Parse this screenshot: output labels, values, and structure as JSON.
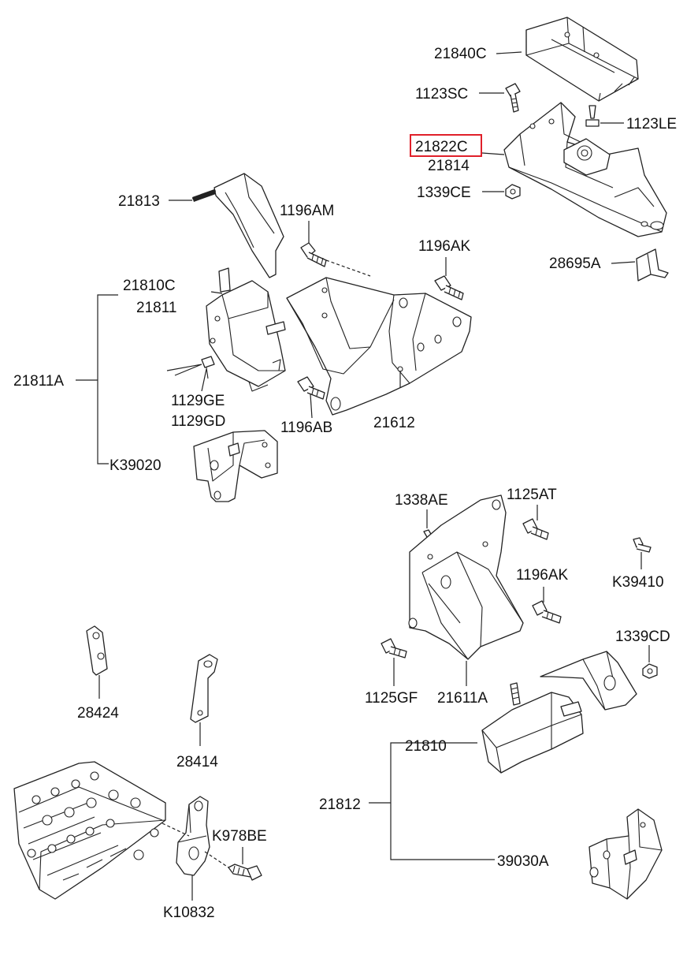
{
  "labels": {
    "p21840C": "21840C",
    "p1123SC": "1123SC",
    "p1123LE": "1123LE",
    "p21822C": "21822C",
    "p21814": "21814",
    "p1339CE": "1339CE",
    "p28695A": "28695A",
    "p21813": "21813",
    "p1196AM": "1196AM",
    "p1196AK_top": "1196AK",
    "p21810C": "21810C",
    "p21811": "21811",
    "p21811A": "21811A",
    "p1129GE": "1129GE",
    "p1129GD": "1129GD",
    "p1196AB": "1196AB",
    "p21612": "21612",
    "pK39020": "K39020",
    "p1338AE": "1338AE",
    "p1125AT": "1125AT",
    "pK39410": "K39410",
    "p1196AK_mid": "1196AK",
    "p1339CD": "1339CD",
    "p1125GF": "1125GF",
    "p21611A": "21611A",
    "p28424": "28424",
    "p28414": "28414",
    "p21810": "21810",
    "p21812": "21812",
    "pK978BE": "K978BE",
    "p39030A": "39030A",
    "pK10832": "K10832"
  },
  "highlighted_part": "21822C",
  "colors": {
    "highlight": "#e0202a",
    "ink": "#222222"
  }
}
